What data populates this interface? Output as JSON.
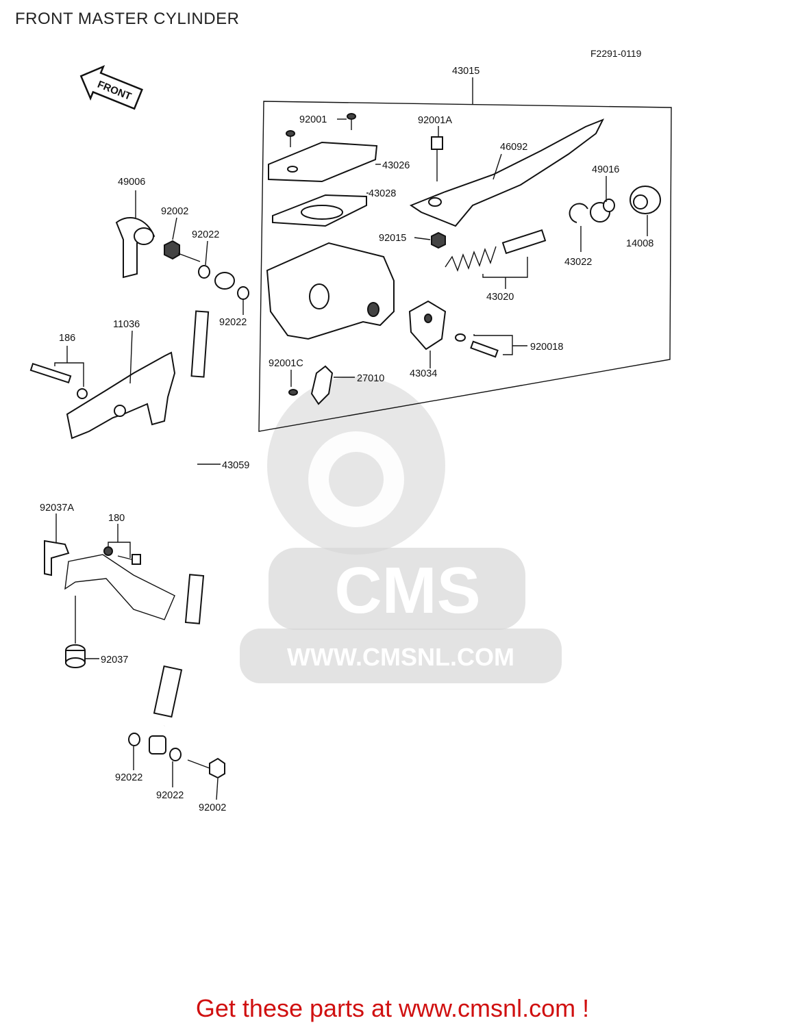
{
  "page": {
    "title": "FRONT MASTER CYLINDER",
    "figure_code": "F2291-0119",
    "front_arrow_label": "FRONT"
  },
  "watermark": {
    "brand": "CMS",
    "url": "WWW.CMSNL.COM"
  },
  "parts": {
    "p43015": "43015",
    "p92001": "92001",
    "p92001A": "92001A",
    "p46092": "46092",
    "p43026": "43026",
    "p43028": "43028",
    "p49016": "49016",
    "p49006": "49006",
    "p92002_top": "92002",
    "p92022_top": "92022",
    "p92015": "92015",
    "p14008": "14008",
    "p43022": "43022",
    "p43020": "43020",
    "p92022_mid": "92022",
    "p11036": "11036",
    "p186": "186",
    "p920018": "920018",
    "p43034": "43034",
    "p92001C": "92001C",
    "p27010": "27010",
    "p43059": "43059",
    "p92037A": "92037A",
    "p180": "180",
    "p92037": "92037",
    "p92022_bl": "92022",
    "p92022_bm": "92022",
    "p92002_bot": "92002"
  },
  "footer": {
    "link_text": "Get these parts at www.cmsnl.com !"
  },
  "colors": {
    "footer_link": "#d01010",
    "watermark": "#d4d4d4",
    "line_art": "#111111"
  }
}
